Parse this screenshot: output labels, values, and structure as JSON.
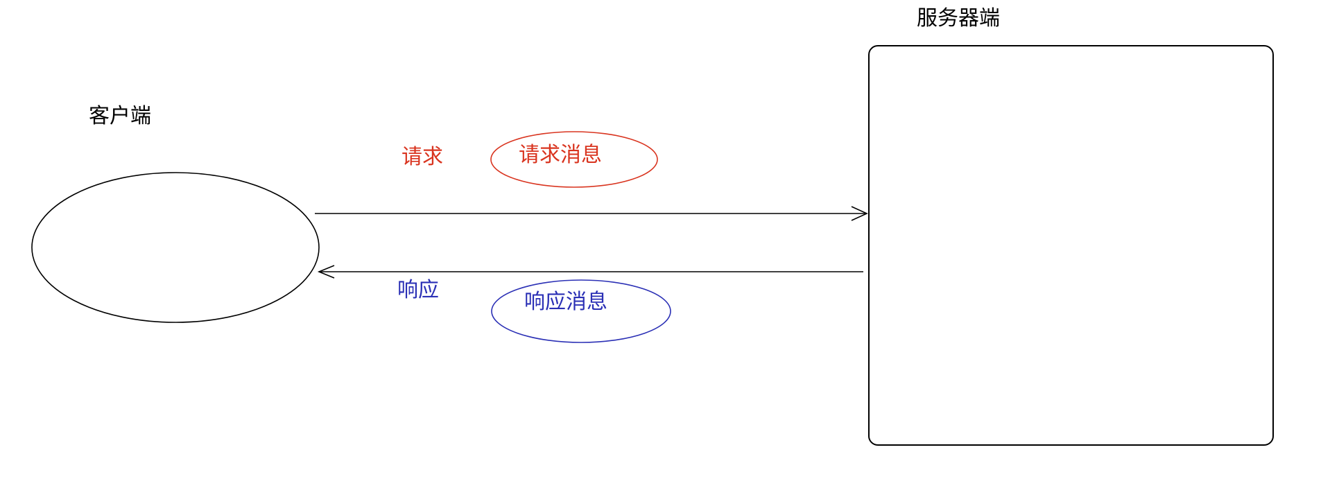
{
  "client": {
    "label": "客户端"
  },
  "server": {
    "label": "服务器端"
  },
  "request": {
    "label": "请求",
    "message_label": "请求消息",
    "color": "#d9341f"
  },
  "response": {
    "label": "响应",
    "message_label": "响应消息",
    "color": "#2a2fb5"
  }
}
